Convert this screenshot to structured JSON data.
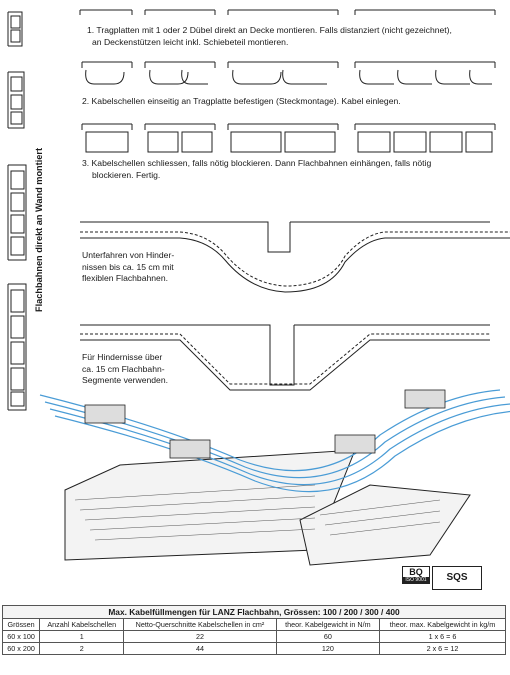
{
  "side_label": "Flachbahnen direkt an Wand montiert",
  "steps": [
    {
      "line1": "1. Tragplatten mit 1 oder 2 Dübel direkt an Decke montieren. Falls distanziert (nicht gezeichnet),",
      "line2": "an Deckenstützen leicht inkl. Schiebeteil montieren."
    },
    {
      "line1": "2. Kabelschellen einseitig an Tragplatte befestigen (Steckmontage). Kabel einlegen.",
      "line2": ""
    },
    {
      "line1": "3. Kabelschellen schliessen, falls nötig blockieren. Dann Flachbahnen einhängen, falls nötig",
      "line2": "blockieren. Fertig."
    }
  ],
  "notes": {
    "under": [
      "Unterfahren von Hinder-",
      "nissen bis ca. 15 cm mit",
      "flexiblen Flachbahnen."
    ],
    "over": [
      "Für Hindernisse über",
      "ca. 15 cm Flachbahn-",
      "Segmente verwenden."
    ]
  },
  "certs": {
    "left": "BQ",
    "left_sub": "ISO 9001",
    "right": "SQS"
  },
  "table": {
    "title": "Max. Kabelfüllmengen für LANZ Flachbahn, Grössen: 100 / 200 / 300 / 400",
    "headers": [
      "Grössen",
      "Anzahl Kabelschellen",
      "Netto-Querschnitte Kabelschellen in cm²",
      "theor. Kabelgewicht in N/m",
      "theor. max. Kabelgewicht in kg/m"
    ],
    "rows": [
      [
        "60 x 100",
        "1",
        "22",
        "60",
        "1 x 6 = 6"
      ],
      [
        "60 x 200",
        "2",
        "44",
        "120",
        "2 x 6 = 12"
      ]
    ]
  }
}
